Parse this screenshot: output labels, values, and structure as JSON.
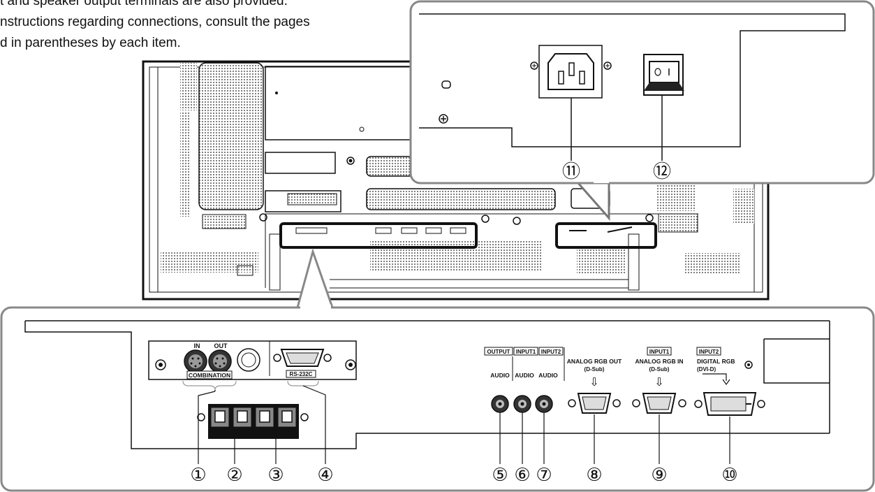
{
  "intro": {
    "line1": "t and speaker output terminals are also provided.",
    "line2": "nstructions regarding connections, consult the pages",
    "line3": "d in parentheses by each item."
  },
  "labels": {
    "in": "IN",
    "out": "OUT",
    "combination": "COMBINATION",
    "rs232c": "RS-232C",
    "output": "OUTPUT",
    "input1": "INPUT1",
    "input2": "INPUT2",
    "audio": "AUDIO",
    "analog_rgb_out": "ANALOG RGB OUT",
    "d_sub": "(D-Sub)",
    "input1_b": "INPUT1",
    "analog_rgb_in": "ANALOG RGB IN",
    "input2_b": "INPUT2",
    "digital_rgb": "DIGITAL RGB",
    "dvi_d": "(DVI-D)"
  },
  "callouts": [
    "①",
    "②",
    "③",
    "④",
    "⑤",
    "⑥",
    "⑦",
    "⑧",
    "⑨",
    "⑩",
    "⑪",
    "⑫"
  ]
}
